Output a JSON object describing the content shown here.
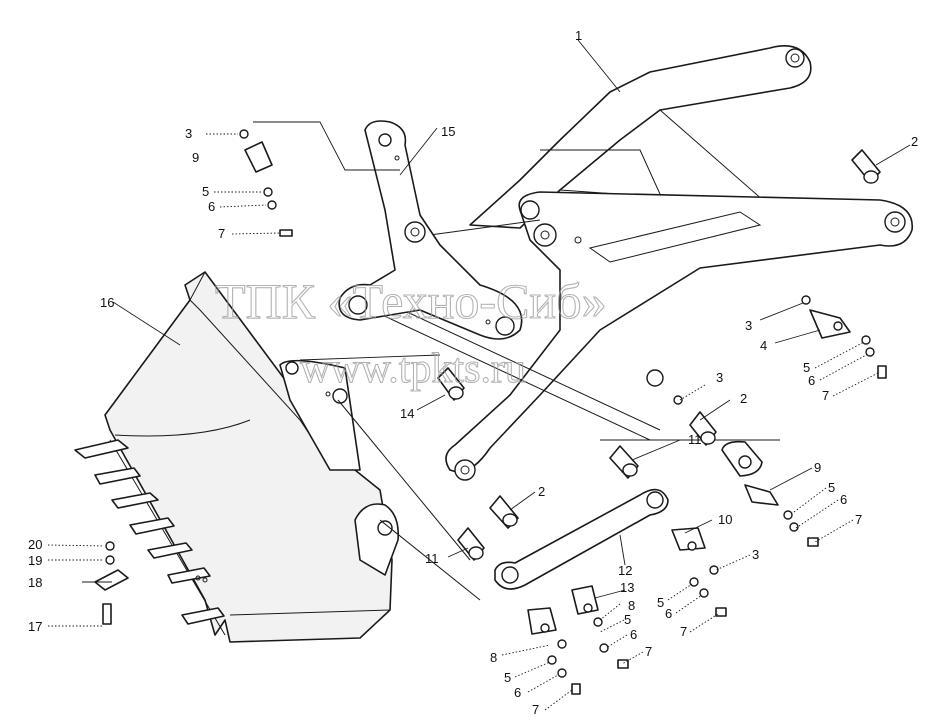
{
  "watermark": {
    "company": "ТПК «Техно-Сиб»",
    "site": "www.tpkts.ru"
  },
  "callouts": [
    {
      "id": "c1",
      "text": "1"
    },
    {
      "id": "c2a",
      "text": "2"
    },
    {
      "id": "c2b",
      "text": "2"
    },
    {
      "id": "c2c",
      "text": "2"
    },
    {
      "id": "c3a",
      "text": "3"
    },
    {
      "id": "c3b",
      "text": "3"
    },
    {
      "id": "c3c",
      "text": "3"
    },
    {
      "id": "c3d",
      "text": "3"
    },
    {
      "id": "c4",
      "text": "4"
    },
    {
      "id": "c5a",
      "text": "5"
    },
    {
      "id": "c5b",
      "text": "5"
    },
    {
      "id": "c5c",
      "text": "5"
    },
    {
      "id": "c5d",
      "text": "5"
    },
    {
      "id": "c5e",
      "text": "5"
    },
    {
      "id": "c5f",
      "text": "5"
    },
    {
      "id": "c6a",
      "text": "6"
    },
    {
      "id": "c6b",
      "text": "6"
    },
    {
      "id": "c6c",
      "text": "6"
    },
    {
      "id": "c6d",
      "text": "6"
    },
    {
      "id": "c6e",
      "text": "6"
    },
    {
      "id": "c6f",
      "text": "6"
    },
    {
      "id": "c7a",
      "text": "7"
    },
    {
      "id": "c7b",
      "text": "7"
    },
    {
      "id": "c7c",
      "text": "7"
    },
    {
      "id": "c7d",
      "text": "7"
    },
    {
      "id": "c7e",
      "text": "7"
    },
    {
      "id": "c7f",
      "text": "7"
    },
    {
      "id": "c8a",
      "text": "8"
    },
    {
      "id": "c8b",
      "text": "8"
    },
    {
      "id": "c9a",
      "text": "9"
    },
    {
      "id": "c9b",
      "text": "9"
    },
    {
      "id": "c10",
      "text": "10"
    },
    {
      "id": "c11a",
      "text": "11"
    },
    {
      "id": "c11b",
      "text": "11"
    },
    {
      "id": "c12",
      "text": "12"
    },
    {
      "id": "c13",
      "text": "13"
    },
    {
      "id": "c14",
      "text": "14"
    },
    {
      "id": "c15",
      "text": "15"
    },
    {
      "id": "c16",
      "text": "16"
    },
    {
      "id": "c17",
      "text": "17"
    },
    {
      "id": "c18",
      "text": "18"
    },
    {
      "id": "c19",
      "text": "19"
    },
    {
      "id": "c20",
      "text": "20"
    }
  ]
}
